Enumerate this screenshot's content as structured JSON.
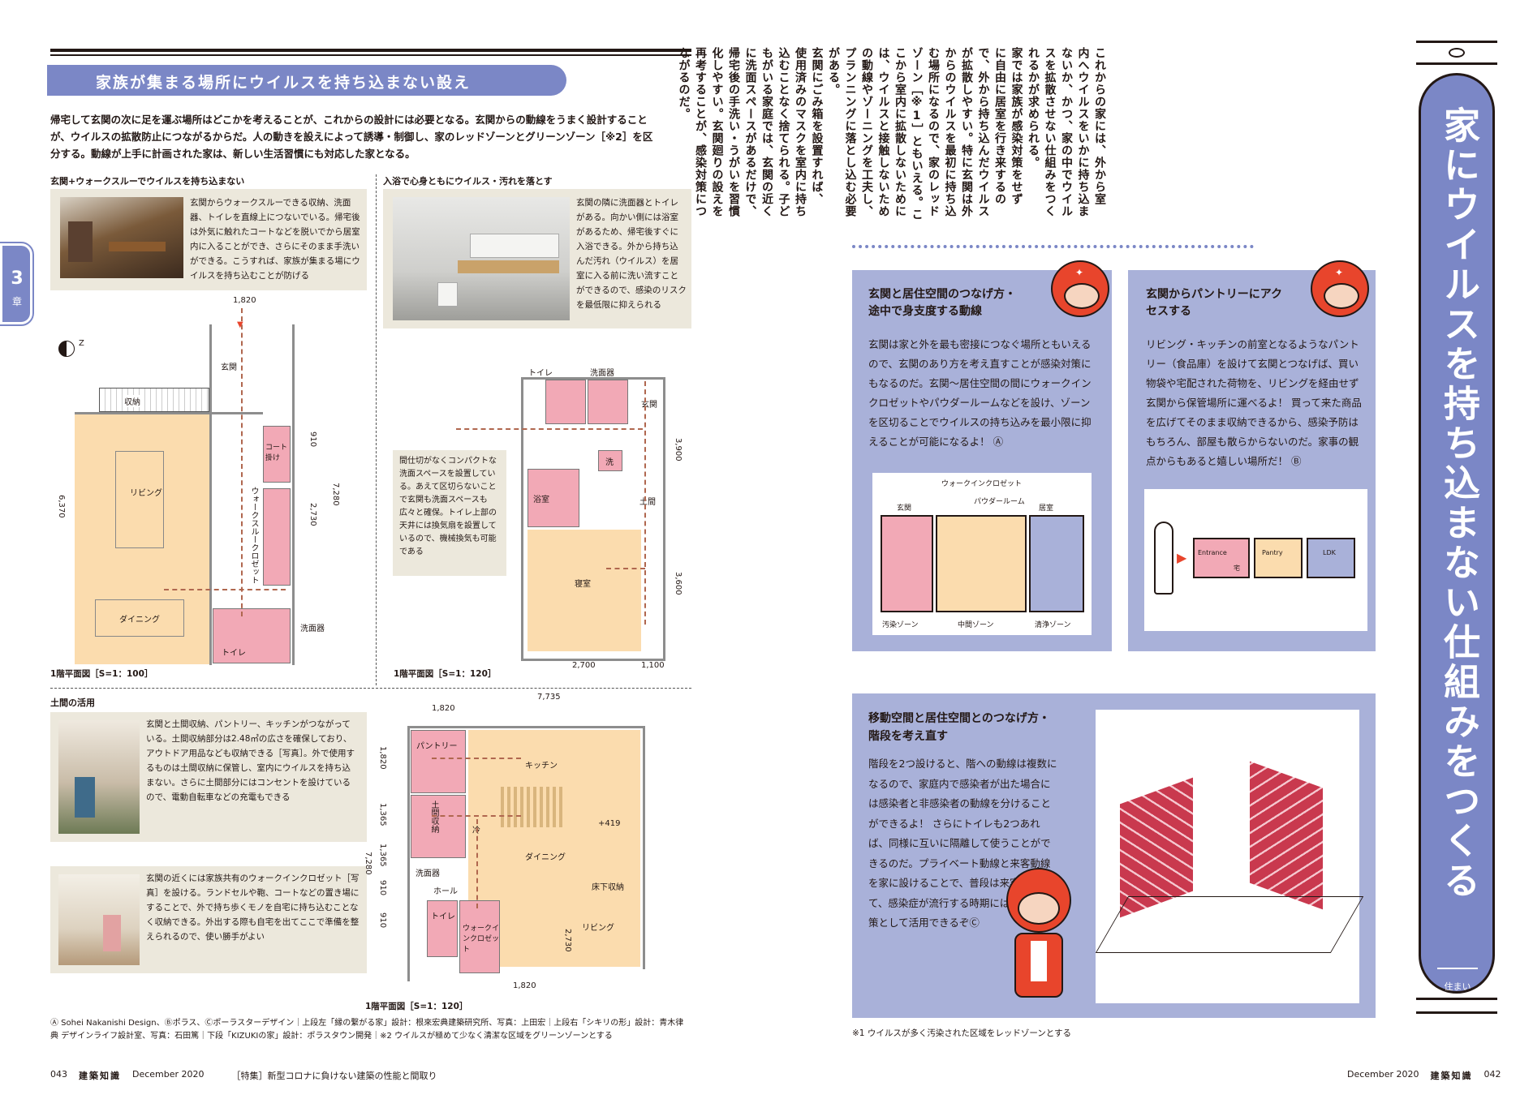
{
  "left_page": {
    "section_title": "家族が集まる場所にウイルスを持ち込まない設え",
    "intro": [
      "帰宅して玄関の次に足を運ぶ場所はどこかを考えることが、これからの設計には必要となる。玄関からの動線をうまく設計すること",
      "が、ウイルスの拡散防止につながるからだ。人の動きを設えによって誘導・制御し、家のレッドゾーンとグリーンゾーン［※2］を区",
      "分する。動線が上手に計画された家は、新しい生活習慣にも対応した家となる。"
    ],
    "chapter_tab": {
      "number": "3",
      "label": "章"
    },
    "plan1": {
      "heading": "玄関+ウォークスルーでウイルスを持ち込まない",
      "caption": "玄関からウォークスルーできる収納、洗面器、トイレを直線上につないでいる。帰宅後は外気に触れたコートなどを脱いでから居室内に入ることができ、さらにそのまま手洗いができる。こうすれば、家族が集まる場にウイルスを持ち込むことが防げる",
      "rooms": [
        "玄関",
        "収納",
        "コート掛け",
        "リビング",
        "ウォークスルークロゼット",
        "ダイニング",
        "トイレ",
        "洗面器"
      ],
      "dims": [
        "1,820",
        "910",
        "2,730",
        "7,280",
        "6,370"
      ],
      "footer": "1階平面図［S=1：100］"
    },
    "plan2": {
      "heading": "入浴で心身ともにウイルス・汚れを落とす",
      "caption": "玄関の隣に洗面器とトイレがある。向かい側には浴室があるため、帰宅後すぐに入浴できる。外から持ち込んだ汚れ（ウイルス）を居室に入る前に洗い流すことができるので、感染のリスクを最低限に抑えられる",
      "note": "間仕切がなくコンパクトな洗面スペースを設置している。あえて区切らないことで玄関も洗面スペースも広々と確保。トイレ上部の天井には換気扇を設置しているので、機械換気も可能である",
      "rooms": [
        "トイレ",
        "洗面器",
        "玄関",
        "洗",
        "浴室",
        "土間",
        "寝室"
      ],
      "dims": [
        "3,900",
        "3,600",
        "2,700",
        "1,100"
      ],
      "footer": "1階平面図［S=1：120］"
    },
    "plan3": {
      "heading": "土間の活用",
      "caption1": "玄関と土間収納、パントリー、キッチンがつながっている。土間収納部分は2.48㎡の広さを確保しており、アウトドア用品なども収納できる［写真］。外で使用するものは土間収納に保管し、室内にウイルスを持ち込まない。さらに土間部分にはコンセントを設けているので、電動自転車などの充電もできる",
      "caption2": "玄関の近くには家族共有のウォークインクロゼット［写真］を設ける。ランドセルや鞄、コートなどの置き場にすることで、外で持ち歩くモノを自宅に持ち込むことなく収納できる。外出する際も自宅を出てここで準備を整えられるので、使い勝手がよい",
      "rooms": [
        "パントリー",
        "キッチン",
        "冷",
        "土間収納",
        "ダイニング",
        "洗面器",
        "ホール",
        "トイレ",
        "ウォークインクロゼット",
        "リビング",
        "床下収納",
        "+419"
      ],
      "dims": [
        "1,820",
        "7,735",
        "1,820",
        "1,365",
        "1,365",
        "7,280",
        "910",
        "910",
        "2,730",
        "1,820"
      ],
      "footer": "1階平面図［S=1：120］"
    },
    "credits": "Ⓐ Sohei Nakanishi Design、Ⓑポラス、Ⓒポーラスターデザイン｜上段左「縁の繋がる家」設計：根來宏典建築研究所、写真：上田宏｜上段右「シキリの形」設計：青木律典 デザインライフ設計室、写真：石田篤｜下段「KIZUKIの家」設計：ポラスタウン開発｜※2 ウイルスが極めて少なく清潔な区域をグリーンゾーンとする",
    "footer": {
      "page": "043",
      "magazine": "建築知識",
      "issue": "December 2020",
      "feature": "［特集］新型コロナに負けない建築の性能と間取り"
    }
  },
  "right_page": {
    "vertical_title": "家にウイルスを持ち込まない仕組みをつくる",
    "title_tag": "住まい",
    "vertical_body": [
      "これからの家には、外から室",
      "内へウイルスをいかに持ち込ま",
      "ないか、かつ、家の中でウイル",
      "スを拡散させない仕組みをつく",
      "れるかが求められる。",
      "家では家族が感染対策をせず",
      "に自由に居室を行き来するの",
      "で、外から持ち込んだウイルス",
      "が拡散しやすい。特に玄関は外",
      "からのウイルスを最初に持ち込",
      "む場所になるので、家のレッド",
      "ゾーン［※1］ともいえる。こ",
      "こから室内に拡散しないために",
      "は、ウイルスと接触しないため",
      "の動線やゾーニングを工夫し、",
      "プランニングに落とし込む必要",
      "がある。",
      "玄関にごみ箱を設置すれば、",
      "使用済みのマスクを室内に持ち",
      "込むことなく捨てられる。子ど",
      "もがいる家庭では、玄関の近く",
      "に洗面スペースがあるだけで、",
      "帰宅後の手洗い・うがいを習慣",
      "化しやすい。玄関廻りの設えを",
      "再考することが、感染対策につ",
      "ながるのだ。"
    ],
    "panel_a": {
      "title": "玄関と居住空間のつなげ方・途中で身支度する動線",
      "text": "玄関は家と外を最も密接につなぐ場所ともいえるので、玄関のあり方を考え直すことが感染対策にもなるのだ。玄関～居住空間の間にウォークインクロゼットやパウダールームなどを設け、ゾーンを区切ることでウイルスの持ち込みを最小限に抑えることが可能になるよ！ Ⓐ",
      "diagram": {
        "top_label": "ウォークインクロゼット",
        "labels": [
          "玄関",
          "パウダールーム",
          "居室"
        ],
        "zones": [
          "汚染ゾーン",
          "中間ゾーン",
          "清浄ゾーン"
        ]
      }
    },
    "panel_b": {
      "title": "玄関からパントリーにアクセスする",
      "text": "リビング・キッチンの前室となるようなパントリー（食品庫）を設けて玄関とつなげば、買い物袋や宅配された荷物を、リビングを経由せず玄関から保管場所に運べるよ！ 買って来た商品を広げてそのまま収納できるから、感染予防はもちろん、部屋も散らからないのだ。家事の観点からもあると嬉しい場所だ！ Ⓑ",
      "diagram": {
        "boxes": [
          "Entrance",
          "Pantry",
          "LDK"
        ],
        "sub": "宅"
      }
    },
    "panel_c": {
      "title": "移動空間と居住空間とのつなげ方・階段を考え直す",
      "text": "階段を2つ設けると、階への動線は複数になるので、家庭内で感染者が出た場合には感染者と非感染者の動線を分けることができるよ！ さらにトイレも2つあれば、同様に互いに隔離して使うことができるのだ。プライベート動線と来客動線を家に設けることで、普段は来客用として、感染症が流行する時期には感染症対策として活用できるぞⒸ"
    },
    "footnote": "※1 ウイルスが多く汚染された区域をレッドゾーンとする",
    "footer": {
      "issue": "December 2020",
      "magazine": "建築知識",
      "page": "042"
    }
  },
  "colors": {
    "title_blue": "#7b87c6",
    "panel_blue": "#a9b1d9",
    "pink": "#f2a9b6",
    "floor": "#fbdcae",
    "beige": "#ece8dc",
    "accent_red": "#e8452c"
  }
}
